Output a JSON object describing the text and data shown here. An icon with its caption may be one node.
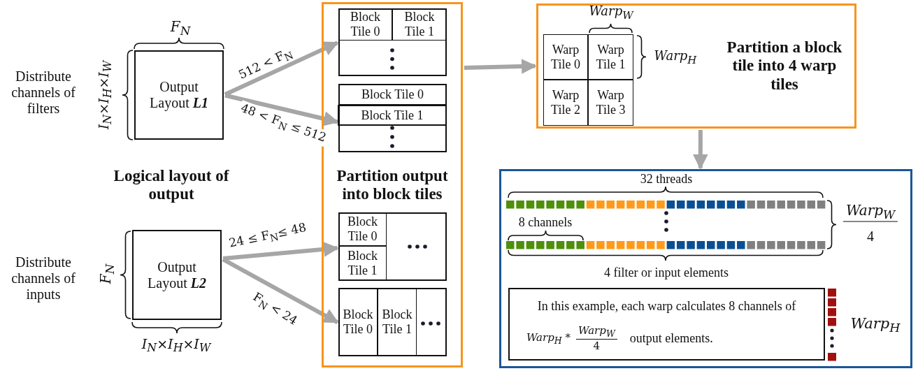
{
  "diagram": {
    "nodes": [
      {
        "text": [
          "Output Layout **L1**"
        ]
      },
      {
        "text": [
          "Output Layout **L2**"
        ]
      },
      {
        "text": [
          "Partition output into block tiles"
        ]
      },
      {
        "text": [],
        "shape": "box",
        "in": 2
      },
      {
        "text": [
          "Block Tile 0"
        ],
        "in": 3
      },
      {
        "text": [
          "Block Tile 1"
        ],
        "in": 3
      },
      {
        "text": [],
        "shape": "box",
        "in": 2
      },
      {
        "text": [
          "Block Tile 0"
        ],
        "in": 6
      },
      {
        "text": [
          "Block Tile 1"
        ],
        "in": 6
      },
      {
        "text": [],
        "shape": "box",
        "in": 2
      },
      {
        "text": [
          "Block Tile 0"
        ],
        "in": 9
      },
      {
        "text": [
          "Block Tile 1"
        ],
        "in": 9
      },
      {
        "text": [],
        "shape": "box",
        "in": 2
      },
      {
        "text": [
          "Block Tile 0"
        ],
        "in": 12
      },
      {
        "text": [
          "Block Tile 1"
        ],
        "in": 12
      },
      {
        "text": [
          "Partition a block tile into 4 warp tiles"
        ]
      },
      {
        "text": [
          "Warp Tile 0"
        ],
        "in": 15
      },
      {
        "text": [
          "Warp Tile 1"
        ],
        "in": 15
      },
      {
        "text": [
          "Warp Tile 2"
        ],
        "in": 15
      },
      {
        "text": [
          "Warp Tile 3"
        ],
        "in": 15
      },
      {
        "text": [],
        "shape": "box"
      },
      {
        "text": [
          "In this example, each warp calculates 8 channels of",
          "Warp$_{H}$ *",
          "Warp$_{W}$",
          "4",
          "output elements."
        ],
        "in": 20
      }
    ],
    "edges": [
      {
        "from": 0,
        "to": 3,
        "arrow": "to",
        "label": "512 < F$_{N}$"
      },
      {
        "from": 0,
        "to": 6,
        "arrow": "to",
        "label": "48 < F$_{N}$ ≤ 512"
      },
      {
        "from": 1,
        "to": 9,
        "arrow": "to",
        "label": "24 ≤ F$_{N}$≤ 48"
      },
      {
        "from": 1,
        "to": 12,
        "arrow": "to",
        "label": "F$_{N}$ < 24"
      },
      {
        "from": 2,
        "to": 15,
        "arrow": "to"
      },
      {
        "from": 15,
        "to": 20,
        "arrow": "to"
      }
    ],
    "labels": [
      "Distribute channels of filters",
      "F$_{N}$",
      "I$_{N}$×I$_{H}$×I$_{W}$",
      "Logical layout of output",
      "Distribute channels of inputs",
      "F$_{N}$",
      "I$_{N}$×I$_{H}$×I$_{W}$",
      "Warp$_{W}$",
      "Warp$_{H}$",
      "32 threads",
      "8 channels",
      "4 filter or input elements",
      "Warp$_{W}$",
      "4",
      "Warp$_{H}$"
    ]
  }
}
